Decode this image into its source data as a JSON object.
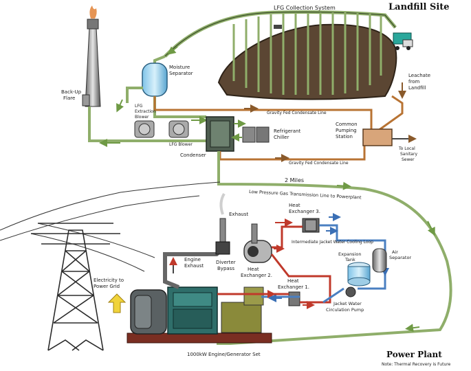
{
  "titles": {
    "landfill_site": "Landfill Site",
    "power_plant": "Power Plant",
    "note": "Note: Thermal Recovery is Future"
  },
  "labels": {
    "lfg_collection": "LFG Collection System",
    "moisture_sep_1": "Moisture",
    "moisture_sep_2": "Separator",
    "backup_flare_1": "Back-Up",
    "backup_flare_2": "Flare",
    "lfg_extraction_1": "LFG",
    "lfg_extraction_2": "Extraction",
    "lfg_extraction_3": "Blower",
    "lfg_blower": "LFG Blower",
    "condenser": "Condenser",
    "refrigerant_1": "Refrigerant",
    "refrigerant_2": "Chiller",
    "common_pump_1": "Common",
    "common_pump_2": "Pumping",
    "common_pump_3": "Station",
    "leachate_1": "Leachate",
    "leachate_2": "from",
    "leachate_3": "Landfill",
    "gravity_condensate_top": "Gravity Fed Condensate Line",
    "gravity_condensate_bottom": "Gravity Fed Condensate Line",
    "to_sewer_1": "To Local",
    "to_sewer_2": "Sanitary",
    "to_sewer_3": "Sewer",
    "two_miles": "2 Miles",
    "transmission": "Low Pressure Gas Transmission Line to Powerplant",
    "exhaust": "Exhaust",
    "engine_exhaust_1": "Engine",
    "engine_exhaust_2": "Exhaust",
    "diverter_1": "Diverter",
    "diverter_2": "Bypass",
    "hx3_1": "Heat",
    "hx3_2": "Exchanger 3.",
    "hx2_1": "Heat",
    "hx2_2": "Exchanger 2.",
    "hx1_1": "Heat",
    "hx1_2": "Exchanger 1.",
    "jacket_loop": "Intermediate Jacket Water Cooling Loop",
    "expansion_1": "Expansion",
    "expansion_2": "Tank",
    "air_sep_1": "Air",
    "air_sep_2": "Separator",
    "jacket_pump_1": "Jacket Water",
    "jacket_pump_2": "Circulation Pump",
    "electricity_1": "Electricity to",
    "electricity_2": "Power Grid",
    "genset": "1000kW Engine/Generator Set"
  },
  "colors": {
    "gas_line": "#8fae6a",
    "condensate_line": "#b87333",
    "hot_water": "#c0392b",
    "cool_water": "#4a7fc1",
    "landfill": "#5b4633",
    "engine": "#2f6e6a"
  }
}
